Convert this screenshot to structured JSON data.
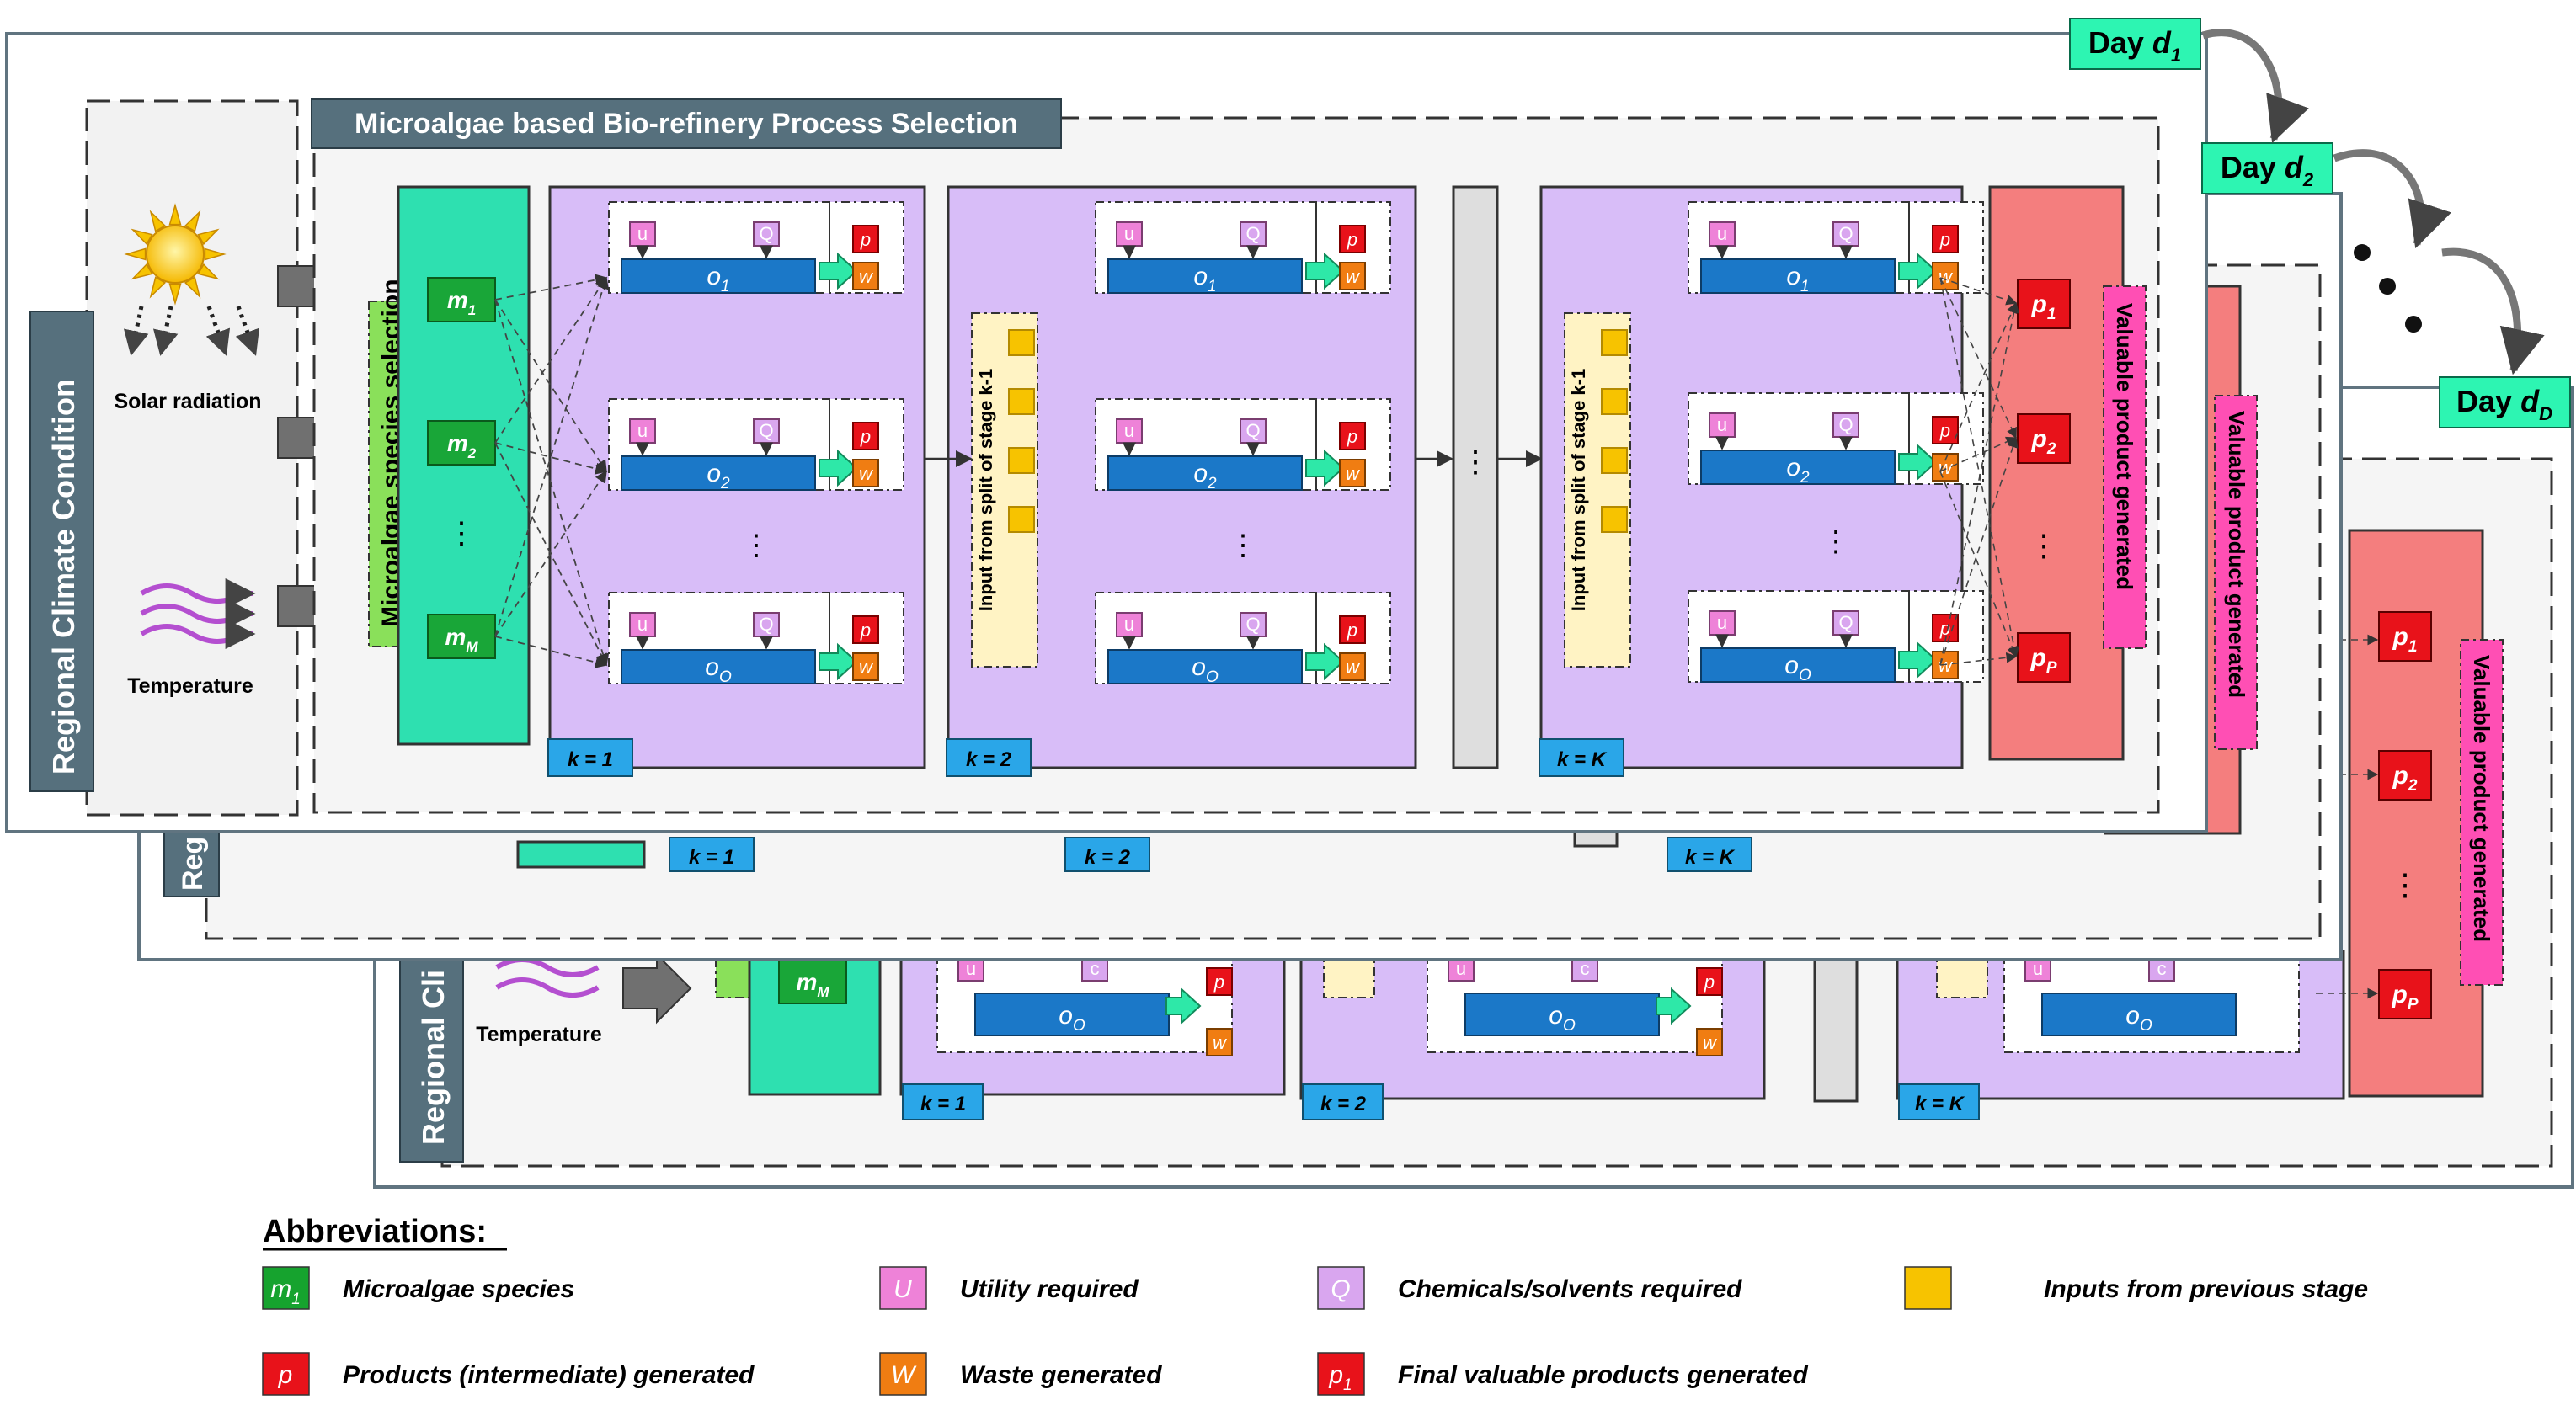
{
  "title": "Microalgae based Bio-refinery Process Selection",
  "days": [
    "Day d1",
    "Day d2",
    "Day dD"
  ],
  "day_parts": [
    {
      "word": "Day",
      "var": "d",
      "sub": "1"
    },
    {
      "word": "Day",
      "var": "d",
      "sub": "2"
    },
    {
      "word": "Day",
      "var": "d",
      "sub": "D"
    }
  ],
  "regional_label": "Regional Climate Condition",
  "regional_label_cut": "Regional Cli",
  "regional_label_cut2": "Reg",
  "solar_label": "Solar radiation",
  "temperature_label": "Temperature",
  "species_selection_label": "Microalgae species selection",
  "species": [
    {
      "var": "m",
      "sub": "1"
    },
    {
      "var": "m",
      "sub": "2"
    },
    {
      "var": "m",
      "sub": "M"
    }
  ],
  "dots": "⋮",
  "option_vars": [
    {
      "var": "o",
      "sub": "1"
    },
    {
      "var": "o",
      "sub": "2"
    },
    {
      "var": "o",
      "sub": "O"
    }
  ],
  "utility_letter": "u",
  "chem_letter": "Q",
  "chem_letter_back": "c",
  "product_letter": "p",
  "waste_letter": "w",
  "split_input_label": "Input from split of stage k-1",
  "stage_labels": [
    "k = 1",
    "k = 2",
    "k = K"
  ],
  "final_products": [
    {
      "var": "p",
      "sub": "1"
    },
    {
      "var": "p",
      "sub": "2"
    },
    {
      "var": "p",
      "sub": "P"
    }
  ],
  "valuable_label": "Valuable product generated",
  "legend": {
    "heading": "Abbreviations:",
    "items": [
      {
        "symbol": "m",
        "sub": "1",
        "text": "Microalgae species",
        "color": "#16a32e"
      },
      {
        "symbol": "U",
        "sub": "",
        "text": "Utility required",
        "color": "#ee82d8"
      },
      {
        "symbol": "Q",
        "sub": "",
        "text": "Chemicals/solvents  required",
        "color": "#d9a6ef"
      },
      {
        "symbol": "",
        "sub": "",
        "text": "Inputs from previous stage",
        "color": "#f7c300"
      },
      {
        "symbol": "p",
        "sub": "",
        "text": "Products (intermediate) generated",
        "color": "#e8121a"
      },
      {
        "symbol": "W",
        "sub": "",
        "text": "Waste generated",
        "color": "#f07d12"
      },
      {
        "symbol": "p",
        "sub": "1",
        "text": "Final valuable products generated",
        "color": "#e8121a"
      }
    ]
  },
  "colors": {
    "species_panel": "#2ee0b0",
    "species_box": "#19a638",
    "stage_panel": "#d8bdf8",
    "option_box": "#1b78c8",
    "product_panel": "#f47e7e",
    "label_tab": "#2aa6e8",
    "title_bar": "#56707d",
    "day_tag": "#2df5b2",
    "split_panel": "#fff3c4",
    "input_square": "#f7c300"
  }
}
